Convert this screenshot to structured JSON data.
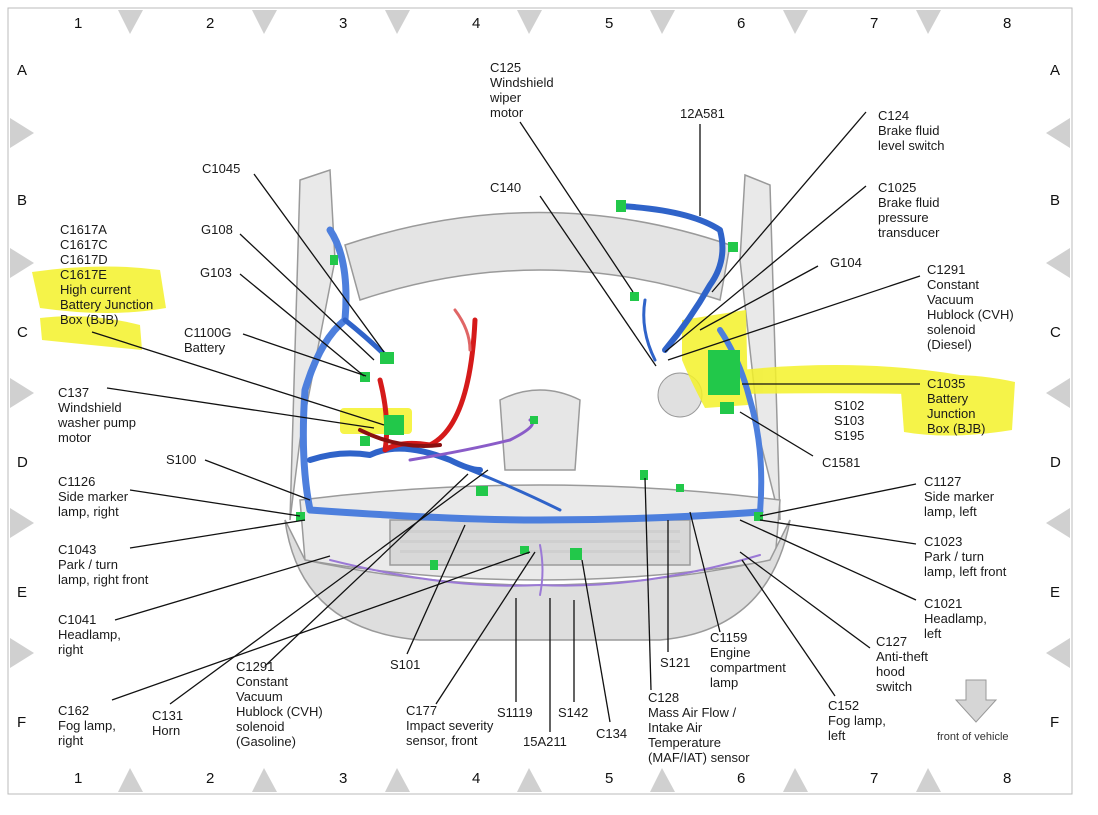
{
  "grid": {
    "columns": [
      "1",
      "2",
      "3",
      "4",
      "5",
      "6",
      "7",
      "8"
    ],
    "rows": [
      "A",
      "B",
      "C",
      "D",
      "E",
      "F"
    ]
  },
  "colors": {
    "harness_blue": "#2f63c9",
    "battery_cable_red": "#d51a1a",
    "connector_green": "#22c84a",
    "small_wire_purple": "#8a5cc8",
    "highlight_yellow": "#f4f22a"
  },
  "labels": {
    "c125": "C125\nWindshield\nwiper\nmotor",
    "a12a581": "12A581",
    "c124": "C124\nBrake fluid\nlevel switch",
    "c1045": "C1045",
    "c140": "C140",
    "c1025": "C1025\nBrake fluid\npressure\ntransducer",
    "c1617": "C1617A\nC1617C\nC1617D\nC1617E\nHigh current\nBattery Junction\nBox (BJB)",
    "g108": "G108",
    "g103": "G103",
    "g104": "G104",
    "c1291_diesel": "C1291\nConstant\nVacuum\nHublock (CVH)\nsolenoid\n(Diesel)",
    "c1100g": "C1100G\nBattery",
    "c1035": "C1035\nBattery\nJunction\nBox (BJB)",
    "c137": "C137\nWindshield\nwasher pump\nmotor",
    "s102_group": "S102\nS103\nS195",
    "s100": "S100",
    "c1581": "C1581",
    "c1126": "C1126\nSide marker\nlamp, right",
    "c1127": "C1127\nSide marker\nlamp, left",
    "c1043": "C1043\nPark / turn\nlamp, right front",
    "c1023": "C1023\nPark / turn\nlamp, left front",
    "c1041": "C1041\nHeadlamp,\nright",
    "c1021": "C1021\nHeadlamp,\nleft",
    "c1159": "C1159\nEngine\ncompartment\nlamp",
    "c127": "C127\nAnti-theft\nhood\nswitch",
    "s101": "S101",
    "s121": "S121",
    "c1291_gas": "C1291\nConstant\nVacuum\nHublock (CVH)\nsolenoid\n(Gasoline)",
    "c162": "C162\nFog lamp,\nright",
    "c131": "C131\nHorn",
    "c177": "C177\nImpact severity\nsensor, front",
    "s1119": "S1119",
    "s142": "S142",
    "a15a211": "15A211",
    "c134": "C134",
    "c128": "C128\nMass Air Flow /\nIntake Air\nTemperature\n(MAF/IAT) sensor",
    "c152": "C152\nFog lamp,\nleft",
    "front_of_vehicle": "front of vehicle"
  }
}
